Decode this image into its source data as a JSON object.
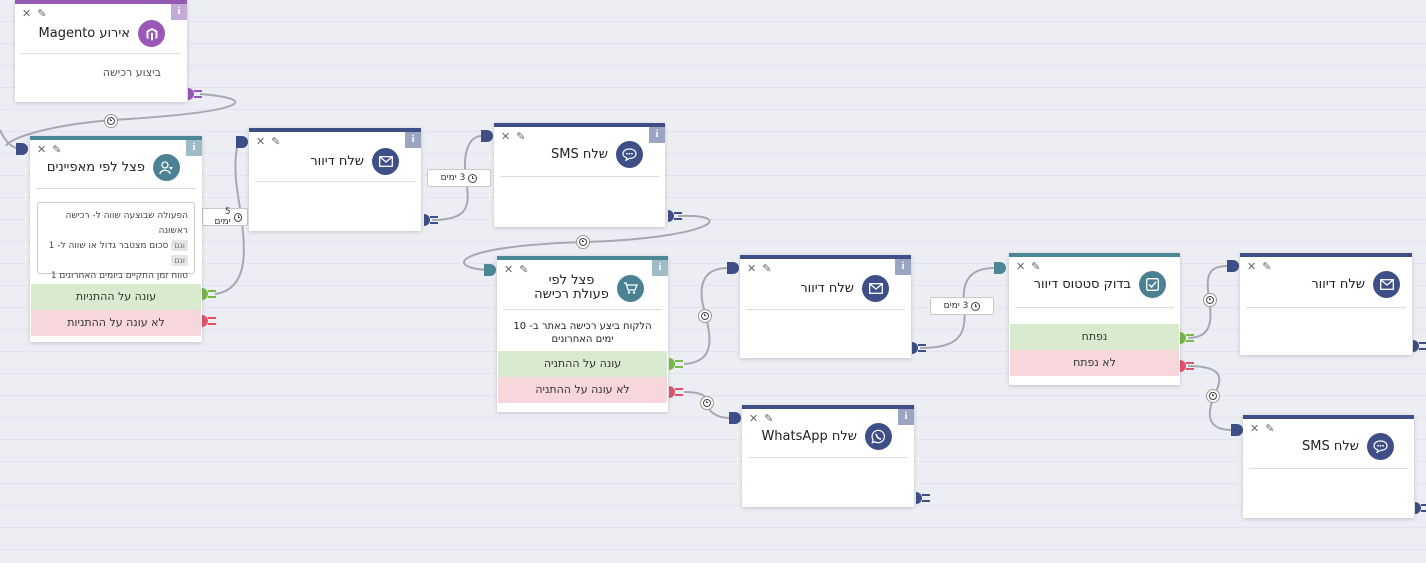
{
  "colors": {
    "navy": "#3d4f86",
    "teal": "#4c8796",
    "purple": "#9559b3",
    "yes_green": "#79b84a",
    "no_red": "#e2536a",
    "wire": "#a8a8b0"
  },
  "nodes": {
    "magento": {
      "title": "אירוע Magento",
      "subtitle": "ביצוע רכישה",
      "icon": "magento-icon"
    },
    "split1": {
      "title": "פצל לפי מאפיינים",
      "icon": "user-split-icon",
      "cond_line1": "הפעולה שבוצעה שווה ל- רכישה ראשונה",
      "and1": "וגם",
      "cond_line2": "סכום מצטבר גדול או שווה ל- 1",
      "and2": "וגם",
      "cond_line3": "טווח זמן התקיים ביומים האחרונים 1",
      "yes": "עונה על ההתניות",
      "no": "לא עונה על ההתניות"
    },
    "email1": {
      "title": "שלח דיוור",
      "icon": "envelope-icon"
    },
    "sms1": {
      "title": "שלח SMS",
      "icon": "chat-bubble-icon"
    },
    "split2": {
      "title": "פצל לפי פעולת רכישה",
      "icon": "cart-icon",
      "cond": "הלקוח ביצע רכישה באתר ב- 10 ימים האחרונים",
      "yes": "עונה על ההתניה",
      "no": "לא עונה על ההתניה"
    },
    "email2": {
      "title": "שלח דיוור",
      "icon": "envelope-icon"
    },
    "whatsapp": {
      "title": "שלח WhatsApp",
      "icon": "whatsapp-icon"
    },
    "check": {
      "title": "בדוק סטטוס דיוור",
      "icon": "checkbox-icon",
      "yes": "נפתח",
      "no": "לא נפתח"
    },
    "email3": {
      "title": "שלח דיוור",
      "icon": "envelope-icon"
    },
    "sms2": {
      "title": "שלח SMS",
      "icon": "chat-bubble-icon"
    }
  },
  "delays": {
    "d1": "5 ימים",
    "d2": "3 ימים",
    "d3": "3 ימים"
  },
  "info_label": "i"
}
